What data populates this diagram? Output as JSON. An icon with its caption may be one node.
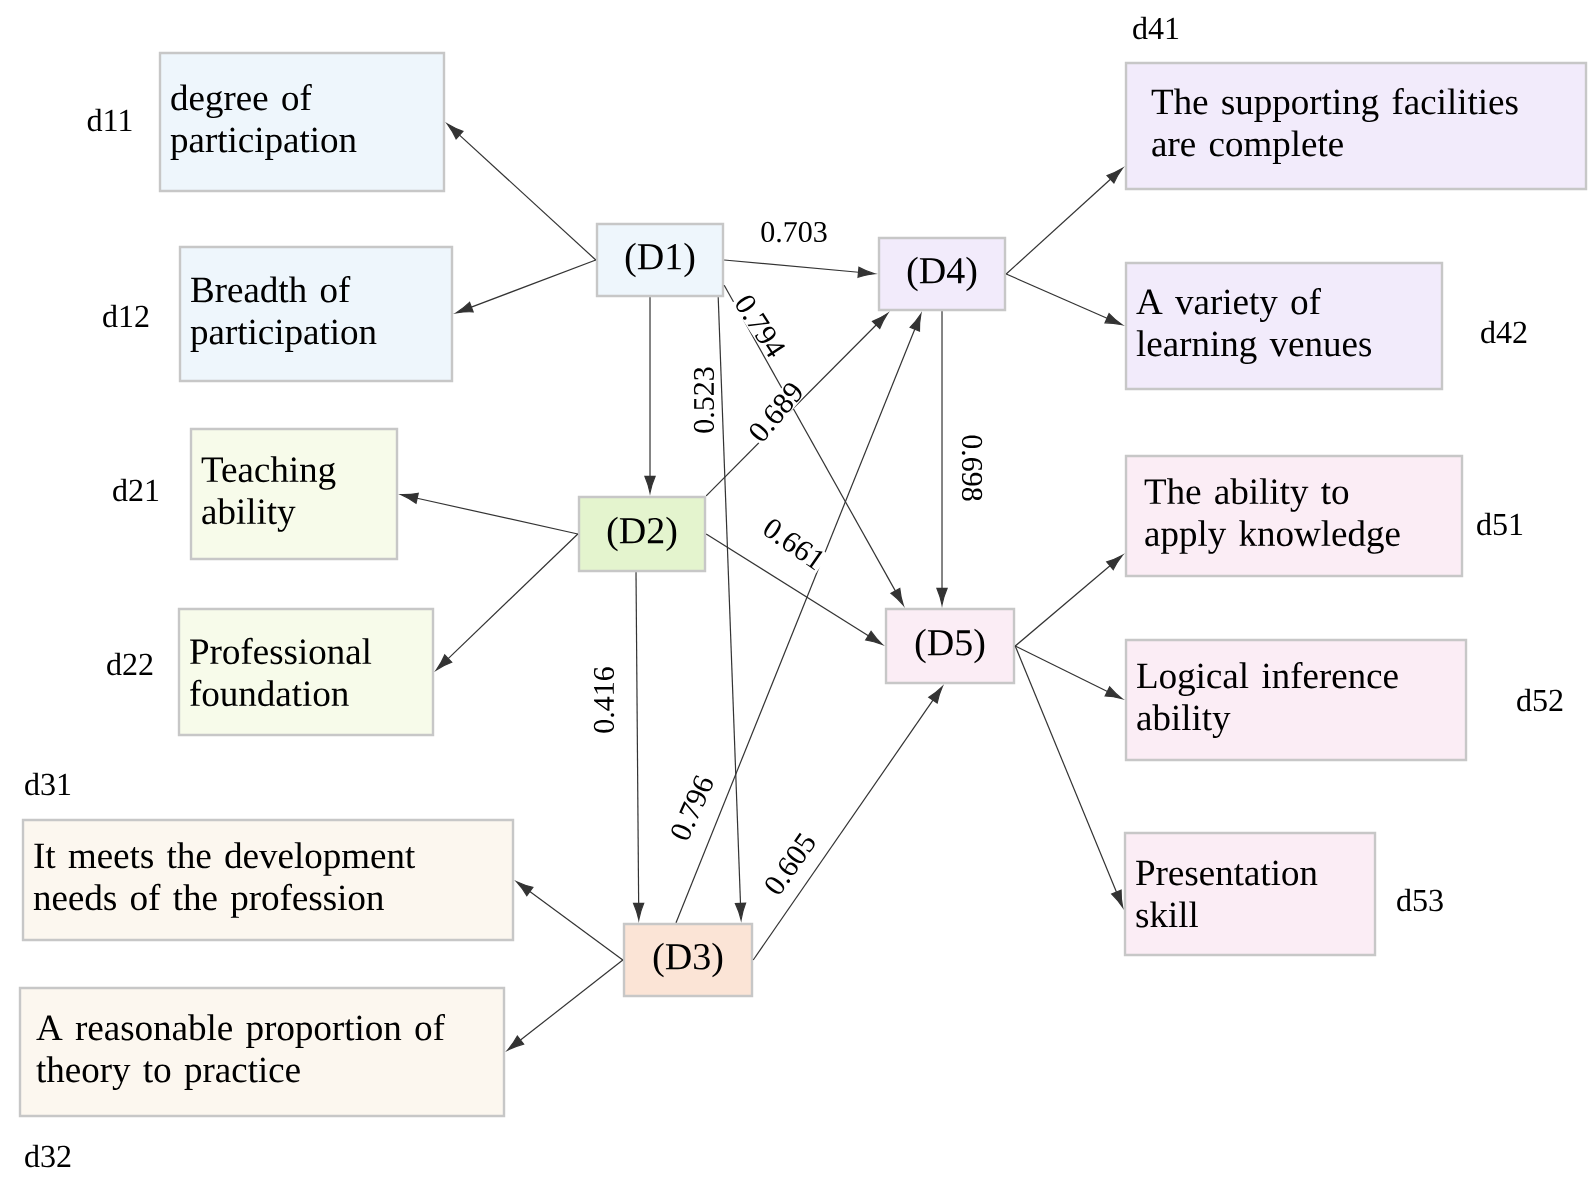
{
  "diagram": {
    "nodes": [
      {
        "text": [
          "(D1)"
        ]
      },
      {
        "text": [
          "degree of participation"
        ],
        "beside": [
          "d11"
        ]
      },
      {
        "text": [
          "Breadth of participation"
        ],
        "beside": [
          "d12"
        ]
      },
      {
        "text": [
          "(D2)"
        ]
      },
      {
        "text": [
          "Teaching ability"
        ],
        "beside": [
          "d21"
        ]
      },
      {
        "text": [
          "Professional foundation"
        ],
        "beside": [
          "d22"
        ]
      },
      {
        "text": [
          "(D3)"
        ]
      },
      {
        "text": [
          "It meets the development needs of the profession"
        ],
        "beside": [
          "d31"
        ]
      },
      {
        "text": [
          "A reasonable proportion of theory to practice"
        ],
        "beside": [
          "d32"
        ]
      },
      {
        "text": [
          "(D4)"
        ]
      },
      {
        "text": [
          "The supporting facilities are complete"
        ],
        "beside": [
          "d41"
        ]
      },
      {
        "text": [
          "A variety of learning venues"
        ],
        "beside": [
          "d42"
        ]
      },
      {
        "text": [
          "(D5)"
        ]
      },
      {
        "text": [
          "The ability to apply knowledge"
        ],
        "beside": [
          "d51"
        ]
      },
      {
        "text": [
          "Logical inference ability"
        ],
        "beside": [
          "d52"
        ]
      },
      {
        "text": [
          "Presentation skill"
        ],
        "beside": [
          "d53"
        ]
      }
    ],
    "edges": [
      {
        "from": 0,
        "to": 1,
        "arrow": "to"
      },
      {
        "from": 0,
        "to": 2,
        "arrow": "to"
      },
      {
        "from": 0,
        "to": 9,
        "arrow": "to",
        "label": "0.703"
      },
      {
        "from": 0,
        "to": 3,
        "arrow": "to"
      },
      {
        "from": 0,
        "to": 6,
        "arrow": "to",
        "label": "0.523"
      },
      {
        "from": 0,
        "to": 12,
        "arrow": "to",
        "label": "0.794"
      },
      {
        "from": 3,
        "to": 4,
        "arrow": "to"
      },
      {
        "from": 3,
        "to": 5,
        "arrow": "to"
      },
      {
        "from": 3,
        "to": 9,
        "arrow": "to",
        "label": "0.689"
      },
      {
        "from": 3,
        "to": 12,
        "arrow": "to",
        "label": "0.661"
      },
      {
        "from": 3,
        "to": 6,
        "arrow": "to",
        "label": "0.416"
      },
      {
        "from": 6,
        "to": 7,
        "arrow": "to"
      },
      {
        "from": 6,
        "to": 8,
        "arrow": "to"
      },
      {
        "from": 6,
        "to": 9,
        "arrow": "to",
        "label": "0.796"
      },
      {
        "from": 6,
        "to": 12,
        "arrow": "to",
        "label": "0.605"
      },
      {
        "from": 9,
        "to": 10,
        "arrow": "to"
      },
      {
        "from": 9,
        "to": 11,
        "arrow": "to"
      },
      {
        "from": 9,
        "to": 12,
        "arrow": "to",
        "label": "0.698"
      },
      {
        "from": 12,
        "to": 13,
        "arrow": "to"
      },
      {
        "from": 12,
        "to": 14,
        "arrow": "to"
      },
      {
        "from": 12,
        "to": 15,
        "arrow": "to"
      }
    ]
  }
}
